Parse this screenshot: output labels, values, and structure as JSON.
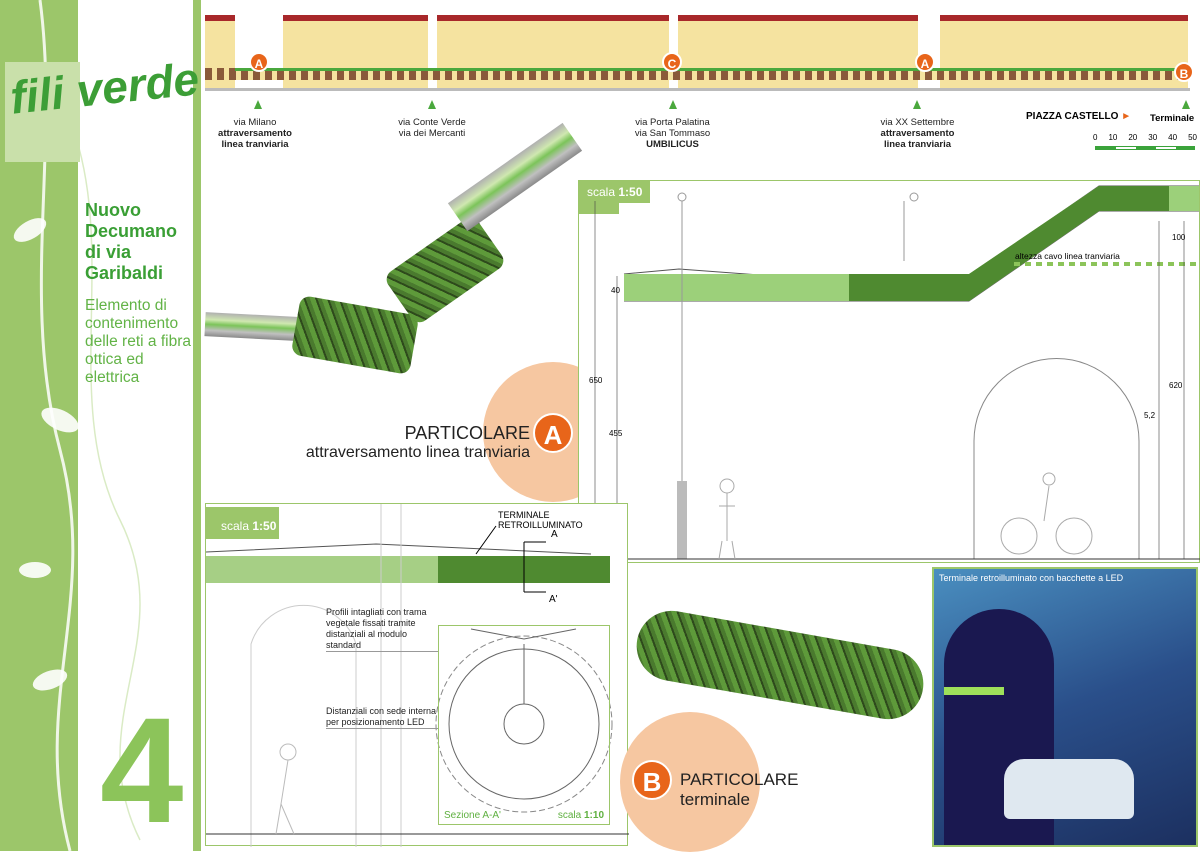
{
  "sidebar": {
    "logo": "fili verde",
    "title_lines": [
      "Nuovo",
      "Decumano",
      "di via",
      "Garibaldi"
    ],
    "subtitle_lines": [
      "Elemento di",
      "contenimento",
      "delle reti a fibra",
      "ottica ed elettrica"
    ],
    "board_number": "4"
  },
  "elevation": {
    "markers": [
      "A",
      "C",
      "A",
      "B"
    ],
    "streets": [
      {
        "line1": "via Milano",
        "line2": "attraversamento",
        "line3": "linea tranviaria"
      },
      {
        "line1": "via Conte Verde",
        "line2": "via dei Mercanti"
      },
      {
        "line1": "via Porta Palatina",
        "line2": "via San Tommaso",
        "line3": "UMBILICUS"
      },
      {
        "line1": "via XX Settembre",
        "line2": "attraversamento",
        "line3": "linea tranviaria"
      }
    ],
    "piazza": "PIAZZA CASTELLO",
    "terminal": "Terminale",
    "scalebar": [
      "0",
      "10",
      "20",
      "30",
      "40",
      "50"
    ]
  },
  "panel_a": {
    "scale_prefix": "scala ",
    "scale": "1:50",
    "dims": {
      "d40": "40",
      "d650": "650",
      "d455": "455",
      "d100": "100",
      "d620": "620",
      "d52": "5,2"
    },
    "cable_label": "altezza cavo linea tranviaria"
  },
  "detail_a": {
    "title": "PARTICOLARE",
    "subtitle": "attraversamento linea tranviaria",
    "marker": "A"
  },
  "panel_b": {
    "scale_prefix": "scala ",
    "scale": "1:50",
    "terminal_label": "TERMINALE RETROILLUMINATO",
    "cut_a": "A",
    "cut_a2": "A'",
    "note1": [
      "Profili intagliati con trama",
      "vegetale fissati tramite",
      "distanziali al modulo standard"
    ],
    "note2": [
      "Distanziali con sede interna",
      "per posizionamento LED"
    ],
    "section_label": "Sezione A-A'",
    "section_scale_prefix": "scala ",
    "section_scale": "1:10"
  },
  "detail_b": {
    "title": "PARTICOLARE",
    "subtitle": "terminale",
    "marker": "B"
  },
  "photo": {
    "caption": "Terminale retroilluminato con bacchette a LED"
  },
  "colors": {
    "green": "#9cc66a",
    "dark_green": "#3a9f35",
    "orange": "#e8651a",
    "peach": "#f6c7a1"
  }
}
